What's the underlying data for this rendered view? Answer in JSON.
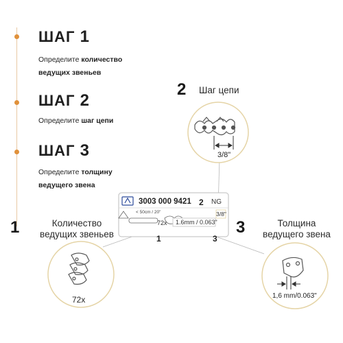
{
  "steps": [
    {
      "word": "ШАГ",
      "num": "1",
      "text_pre": "Определите ",
      "text_bold": "количество ведущих звеньев"
    },
    {
      "word": "ШАГ",
      "num": "2",
      "text_pre": "Определите ",
      "text_bold": "шаг цепи"
    },
    {
      "word": "ШАГ",
      "num": "3",
      "text_pre": "Определите ",
      "text_bold": "толщину ведущего звена"
    }
  ],
  "callouts": {
    "pitch": {
      "num": "2",
      "title": "Шаг цепи",
      "value": "3/8\""
    },
    "count": {
      "num": "1",
      "title_line1": "Количество",
      "title_line2": "ведущих звеньев",
      "value": "72x"
    },
    "gauge": {
      "num": "3",
      "title_line1": "Толщина",
      "title_line2": "ведущего звена",
      "value": "1,6 mm/0.063\""
    }
  },
  "label_plate": {
    "part_number": "3003 000 9421",
    "marker_2": "2",
    "ng": "NG",
    "pitch": "3/8\"",
    "bar_length": "< 50cm / 20\"",
    "count": "72x",
    "gauge": "1.6mm / 0.063\"",
    "marker_1": "1",
    "marker_3": "3"
  },
  "colors": {
    "accent": "#e0913b",
    "line": "#e9c9a4",
    "circle": "#e5d4a6"
  }
}
